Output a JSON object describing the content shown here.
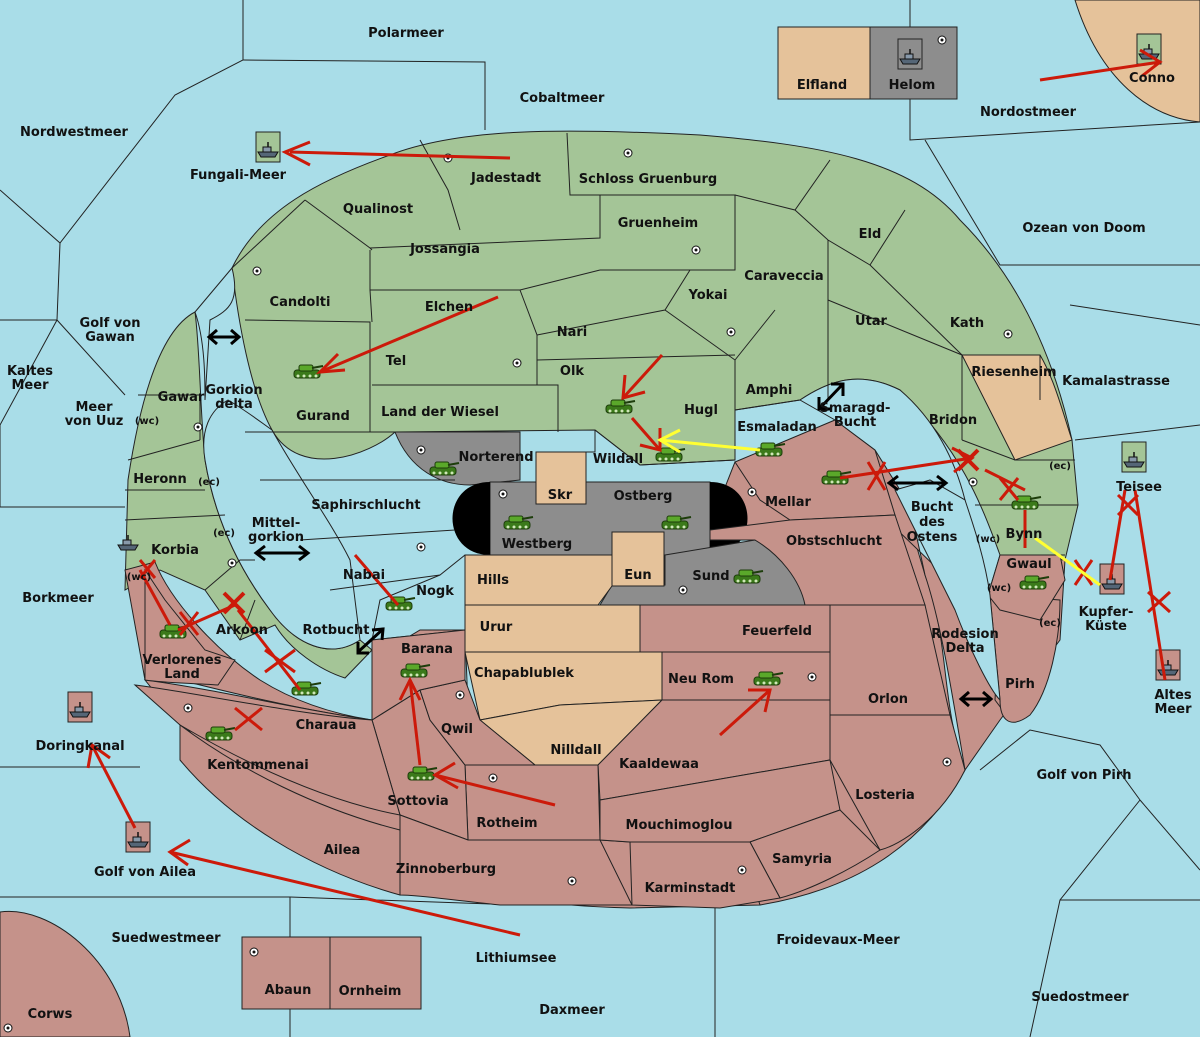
{
  "colors": {
    "sea": "#a9dde8",
    "green": "#a4c597",
    "red": "#c5928a",
    "tan": "#e5c29a",
    "grey": "#8d8d8d"
  },
  "labels": {
    "polarmeer": "Polarmeer",
    "cobaltmeer": "Cobaltmeer",
    "nordwestmeer": "Nordwestmeer",
    "nordostmeer": "Nordostmeer",
    "conno": "Conno",
    "elfland": "Elfland",
    "helom": "Helom",
    "fungali_meer": "Fungali-Meer",
    "jadestadt": "Jadestadt",
    "schloss_gruenburg": "Schloss Gruenburg",
    "qualinost": "Qualinost",
    "gruenheim": "Gruenheim",
    "eld": "Eld",
    "ozean_von_doom": "Ozean von Doom",
    "jossangia": "Jossangia",
    "caraveccia": "Caraveccia",
    "candolti": "Candolti",
    "elchen": "Elchen",
    "yokai": "Yokai",
    "utar": "Utar",
    "kath": "Kath",
    "golf_von_gawan_1": "Golf von",
    "golf_von_gawan_2": "Gawan",
    "nari": "Nari",
    "riesenheim": "Riesenheim",
    "kamalastrasse": "Kamalastrasse",
    "kaltes_1": "Kaltes",
    "kaltes_2": "Meer",
    "tel": "Tel",
    "olk": "Olk",
    "amphi": "Amphi",
    "gawar": "Gawar",
    "gorkion_1": "Gorkion",
    "gorkion_2": "delta",
    "meer_uuz_1": "Meer",
    "meer_uuz_2": "von Uuz",
    "wc": "(wc)",
    "ec": "(ec)",
    "land_der_wiesel": "Land der Wiesel",
    "hugl": "Hugl",
    "smaragd_1": "Smaragd-",
    "smaragd_2": "Bucht",
    "gurand": "Gurand",
    "esmaladan": "Esmaladan",
    "bridon": "Bridon",
    "norterend": "Norterend",
    "wildall": "Wildall",
    "heronn": "Heronn",
    "teisee": "Teisee",
    "skr": "Skr",
    "ostberg": "Ostberg",
    "mellar": "Mellar",
    "saphirschlucht": "Saphirschlucht",
    "bucht_1": "Bucht",
    "bucht_2": "des",
    "bucht_3": "Ostens",
    "mittel_1": "Mittel-",
    "mittel_2": "gorkion",
    "westberg": "Westberg",
    "obstschlucht": "Obstschlucht",
    "bynn": "Bynn",
    "korbia": "Korbia",
    "gwaul": "Gwaul",
    "hills": "Hills",
    "eun": "Eun",
    "sund": "Sund",
    "kupfer_1": "Kupfer-",
    "kupfer_2": "Küste",
    "borkmeer": "Borkmeer",
    "nabai": "Nabai",
    "nogk": "Nogk",
    "arkoon": "Arkoon",
    "rotbucht": "Rotbucht",
    "urur": "Urur",
    "feuerfeld": "Feuerfeld",
    "rodesion_1": "Rodesion",
    "rodesion_2": "Delta",
    "verlorenes_1": "Verlorenes",
    "verlorenes_2": "Land",
    "barana": "Barana",
    "chapablublek": "Chapablublek",
    "neu_rom": "Neu Rom",
    "pirh": "Pirh",
    "orlon": "Orlon",
    "altes_1": "Altes",
    "altes_2": "Meer",
    "doringkanal": "Doringkanal",
    "charaua": "Charaua",
    "qwil": "Qwil",
    "nilldall": "Nilldall",
    "kentommenai": "Kentommenai",
    "kaaldewaa": "Kaaldewaa",
    "golf_von_pirh": "Golf von Pirh",
    "sottovia": "Sottovia",
    "losteria": "Losteria",
    "rotheim": "Rotheim",
    "mouchimoglou": "Mouchimoglou",
    "ailea": "Ailea",
    "samyria": "Samyria",
    "golf_von_ailea": "Golf von Ailea",
    "zinnoberburg": "Zinnoberburg",
    "karminstadt": "Karminstadt",
    "suedwestmeer": "Suedwestmeer",
    "froidevaux": "Froidevaux-Meer",
    "lithiumsee": "Lithiumsee",
    "abaun": "Abaun",
    "ornheim": "Ornheim",
    "suedostmeer": "Suedostmeer",
    "daxmeer": "Daxmeer",
    "corws": "Corws"
  }
}
